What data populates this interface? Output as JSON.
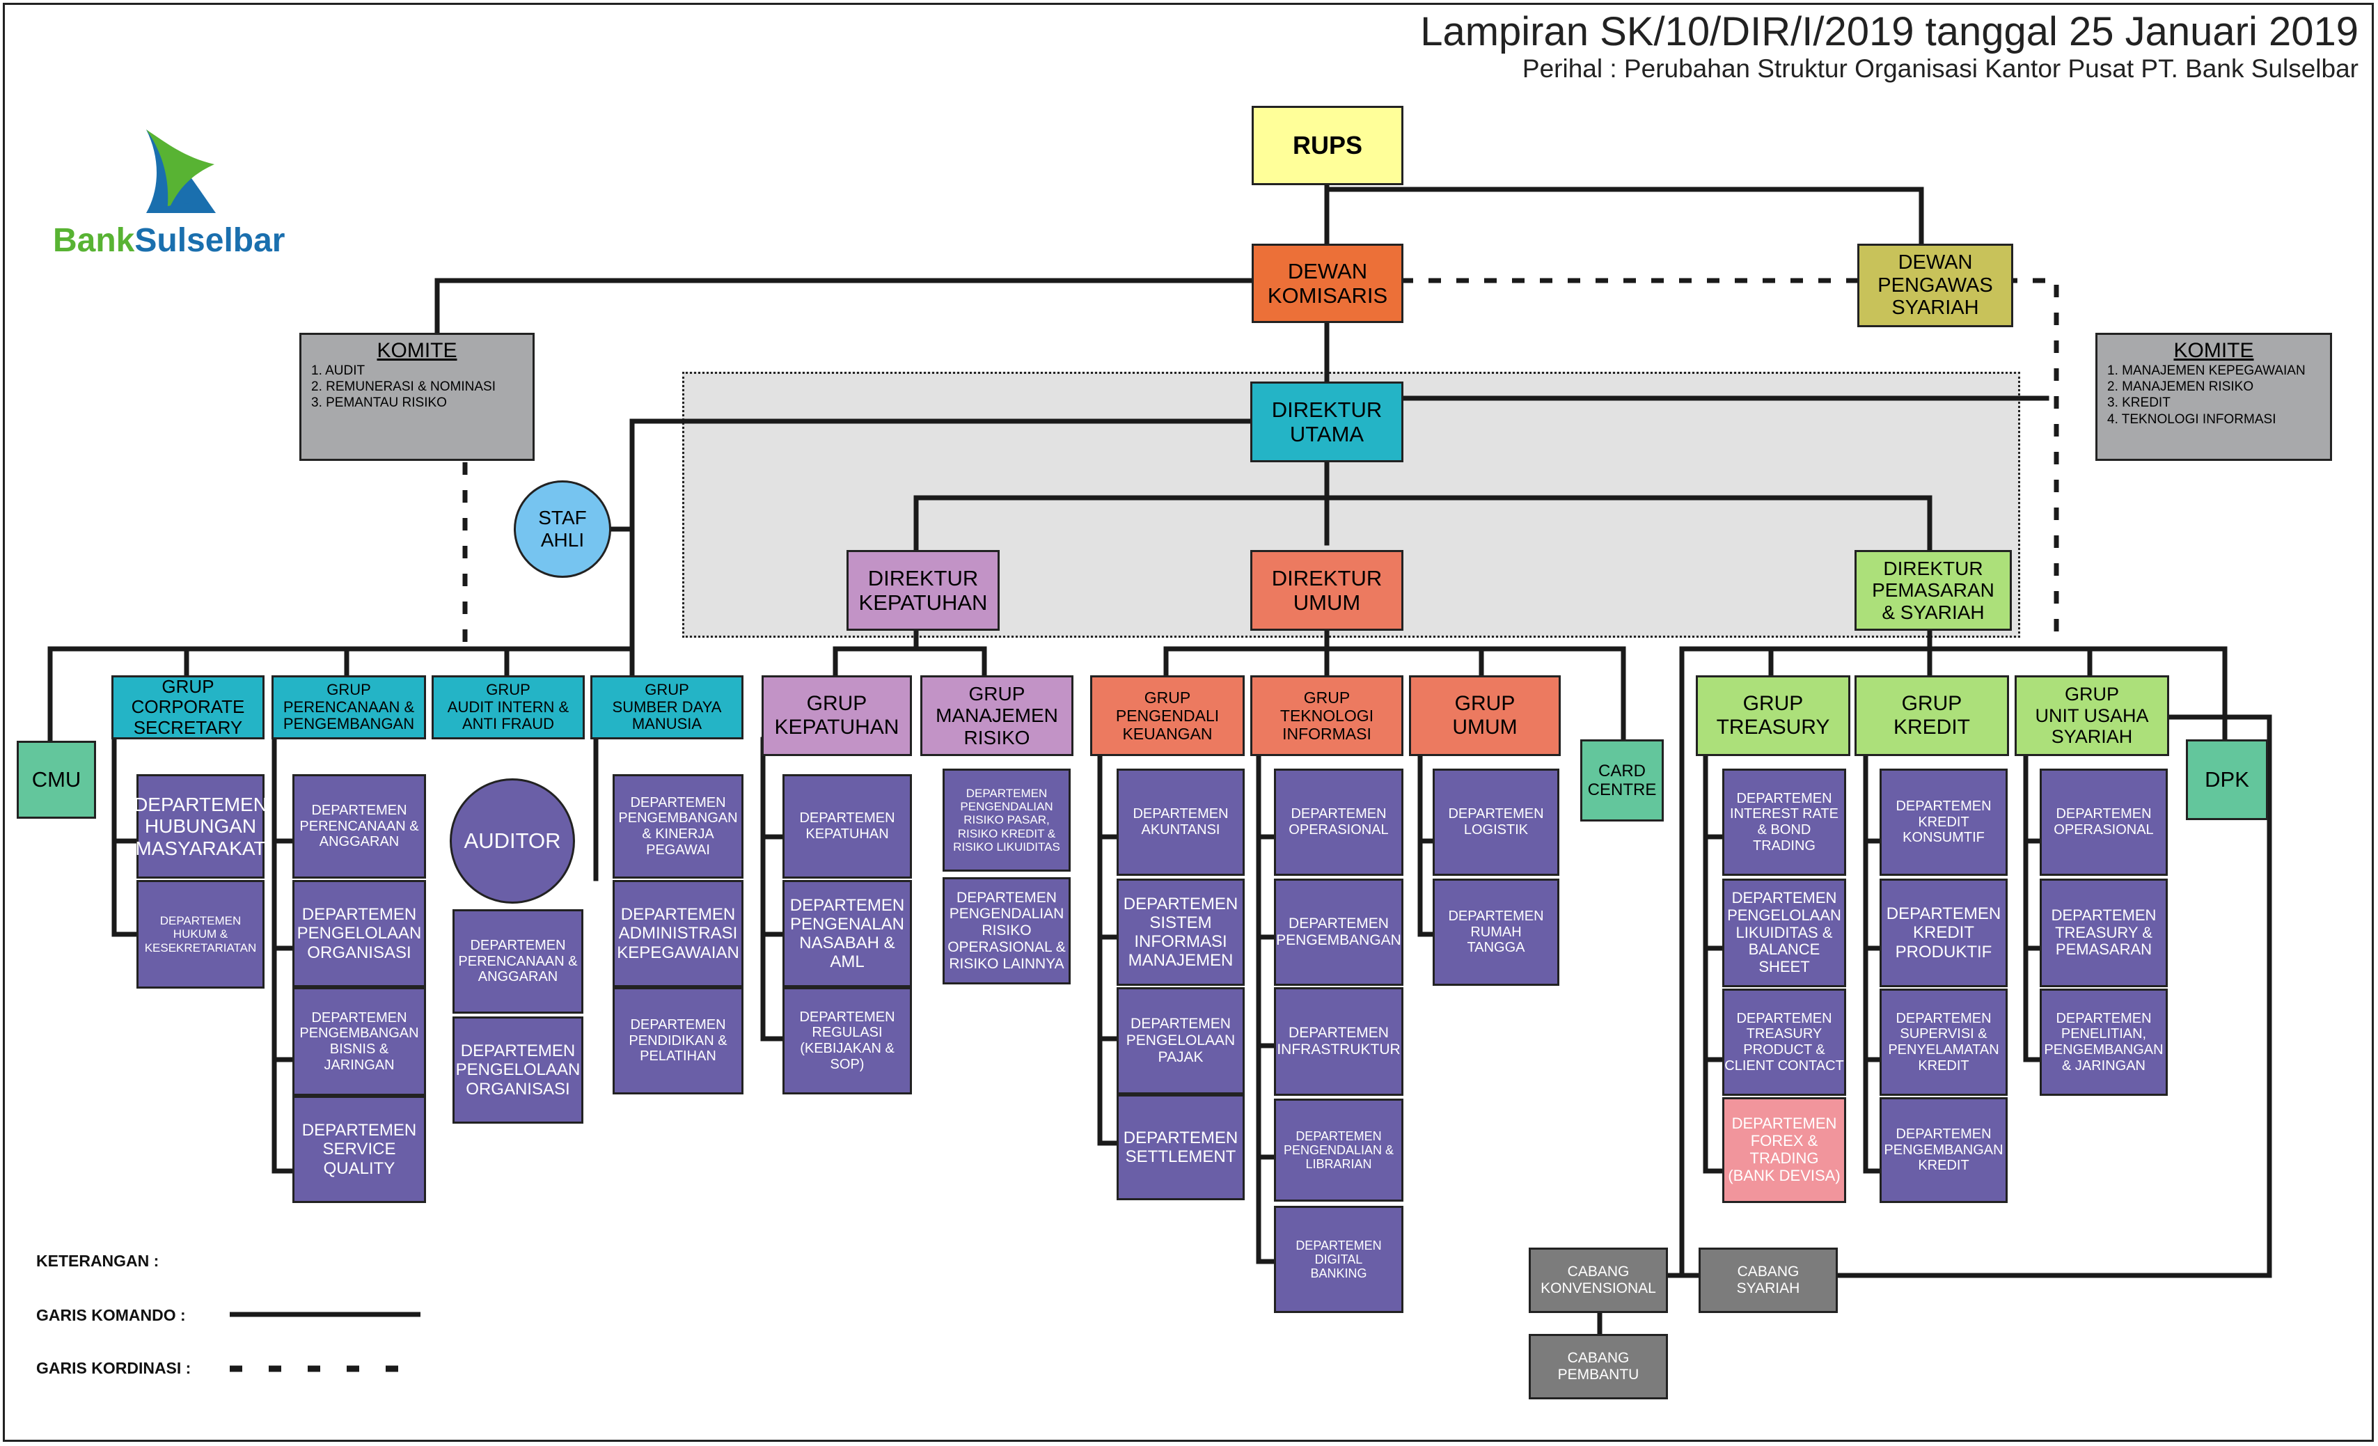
{
  "header": {
    "title": "Lampiran SK/10/DIR/I/2019 tanggal 25 Januari 2019",
    "subtitle": "Perihal : Perubahan Struktur Organisasi Kantor Pusat PT. Bank Sulselbar"
  },
  "logo": {
    "part1": "Bank",
    "part2": "Sulselbar"
  },
  "colors": {
    "rups": "#ffff99",
    "komisaris": "#ec7038",
    "syariah_board": "#c8c25a",
    "direktur_utama": "#24b4c6",
    "direktur_kepatuhan": "#c293c6",
    "direktur_umum": "#ec7a60",
    "direktur_pemasaran": "#ace07a",
    "grup_cyan": "#24b4c6",
    "grup_purple": "#c293c6",
    "grup_orange": "#ec7a60",
    "grup_green": "#ace07a",
    "teal": "#63c69c",
    "dept": "#6a5fa7",
    "dept_pink": "#f1959c",
    "gray": "#a8a9ab",
    "gray_dark": "#7c7c7c",
    "staf": "#76c4f0"
  },
  "nodes": {
    "rups": "RUPS",
    "dewan_komisaris": "DEWAN\nKOMISARIS",
    "dewan_pengawas": "DEWAN\nPENGAWAS\nSYARIAH",
    "direktur_utama": "DIREKTUR\nUTAMA",
    "staf_ahli": "STAF\nAHLI",
    "direktur_kepatuhan": "DIREKTUR\nKEPATUHAN",
    "direktur_umum": "DIREKTUR\nUMUM",
    "direktur_pemasaran": "DIREKTUR\nPEMASARAN\n& SYARIAH",
    "cmu": "CMU",
    "card_centre": "CARD\nCENTRE",
    "dpk": "DPK",
    "auditor": "AUDITOR",
    "cabang_konvensional": "CABANG\nKONVENSIONAL",
    "cabang_syariah": "CABANG\nSYARIAH",
    "cabang_pembantu": "CABANG\nPEMBANTU"
  },
  "komite_left": {
    "title": "KOMITE",
    "items": [
      "1. AUDIT",
      "2. REMUNERASI & NOMINASI",
      "3. PEMANTAU RISIKO"
    ]
  },
  "komite_right": {
    "title": "KOMITE",
    "items": [
      "1. MANAJEMEN KEPEGAWAIAN",
      "2. MANAJEMEN RISIKO",
      "3. KREDIT",
      "4. TEKNOLOGI INFORMASI"
    ]
  },
  "groups": [
    {
      "label": "GRUP\nCORPORATE\nSECRETARY",
      "depts": [
        "DEPARTEMEN\nHUBUNGAN\nMASYARAKAT",
        "DEPARTEMEN\nHUKUM &\nKESEKRETARIATAN"
      ]
    },
    {
      "label": "GRUP\nPERENCANAAN &\nPENGEMBANGAN",
      "depts": [
        "DEPARTEMEN\nPERENCANAAN &\nANGGARAN",
        "DEPARTEMEN\nPENGELOLAAN\nORGANISASI",
        "DEPARTEMEN\nPENGEMBANGAN\nBISNIS &\nJARINGAN",
        "DEPARTEMEN\nSERVICE\nQUALITY"
      ]
    },
    {
      "label": "GRUP\nAUDIT INTERN &\nANTI FRAUD",
      "depts": [
        "DEPARTEMEN\nPERENCANAAN &\nANGGARAN",
        "DEPARTEMEN\nPENGELOLAAN\nORGANISASI"
      ]
    },
    {
      "label": "GRUP\nSUMBER DAYA\nMANUSIA",
      "depts": [
        "DEPARTEMEN\nPENGEMBANGAN\n& KINERJA\nPEGAWAI",
        "DEPARTEMEN\nADMINISTRASI\nKEPEGAWAIAN",
        "DEPARTEMEN\nPENDIDIKAN &\nPELATIHAN"
      ]
    },
    {
      "label": "GRUP\nKEPATUHAN",
      "depts": [
        "DEPARTEMEN\nKEPATUHAN",
        "DEPARTEMEN\nPENGENALAN\nNASABAH &\nAML",
        "DEPARTEMEN\nREGULASI\n(KEBIJAKAN &\nSOP)"
      ]
    },
    {
      "label": "GRUP\nMANAJEMEN\nRISIKO",
      "depts": [
        "DEPARTEMEN\nPENGENDALIAN\nRISIKO PASAR,\nRISIKO KREDIT &\nRISIKO LIKUIDITAS",
        "DEPARTEMEN\nPENGENDALIAN\nRISIKO\nOPERASIONAL &\nRISIKO LAINNYA"
      ]
    },
    {
      "label": "GRUP\nPENGENDALI\nKEUANGAN",
      "depts": [
        "DEPARTEMEN\nAKUNTANSI",
        "DEPARTEMEN\nSISTEM\nINFORMASI\nMANAJEMEN",
        "DEPARTEMEN\nPENGELOLAAN\nPAJAK",
        "DEPARTEMEN\nSETTLEMENT"
      ]
    },
    {
      "label": "GRUP\nTEKNOLOGI\nINFORMASI",
      "depts": [
        "DEPARTEMEN\nOPERASIONAL",
        "DEPARTEMEN\nPENGEMBANGAN",
        "DEPARTEMEN\nINFRASTRUKTUR",
        "DEPARTEMEN\nPENGENDALIAN &\nLIBRARIAN",
        "DEPARTEMEN\nDIGITAL\nBANKING"
      ]
    },
    {
      "label": "GRUP\nUMUM",
      "depts": [
        "DEPARTEMEN\nLOGISTIK",
        "DEPARTEMEN\nRUMAH\nTANGGA"
      ]
    },
    {
      "label": "GRUP\nTREASURY",
      "depts": [
        "DEPARTEMEN\nINTEREST RATE\n& BOND\nTRADING",
        "DEPARTEMEN\nPENGELOLAAN\nLIKUIDITAS &\nBALANCE\nSHEET",
        "DEPARTEMEN\nTREASURY\nPRODUCT &\nCLIENT CONTACT",
        "DEPARTEMEN\nFOREX &\nTRADING\n(BANK DEVISA)"
      ]
    },
    {
      "label": "GRUP\nKREDIT",
      "depts": [
        "DEPARTEMEN\nKREDIT\nKONSUMTIF",
        "DEPARTEMEN\nKREDIT\nPRODUKTIF",
        "DEPARTEMEN\nSUPERVISI &\nPENYELAMATAN\nKREDIT",
        "DEPARTEMEN\nPENGEMBANGAN\nKREDIT"
      ]
    },
    {
      "label": "GRUP\nUNIT  USAHA\nSYARIAH",
      "depts": [
        "DEPARTEMEN\nOPERASIONAL",
        "DEPARTEMEN\nTREASURY &\nPEMASARAN",
        "DEPARTEMEN\nPENELITIAN,\nPENGEMBANGAN\n& JARINGAN"
      ]
    }
  ],
  "legend": {
    "title": "KETERANGAN :",
    "komando": "GARIS KOMANDO  :",
    "kordinasi": "GARIS KORDINASI :"
  }
}
